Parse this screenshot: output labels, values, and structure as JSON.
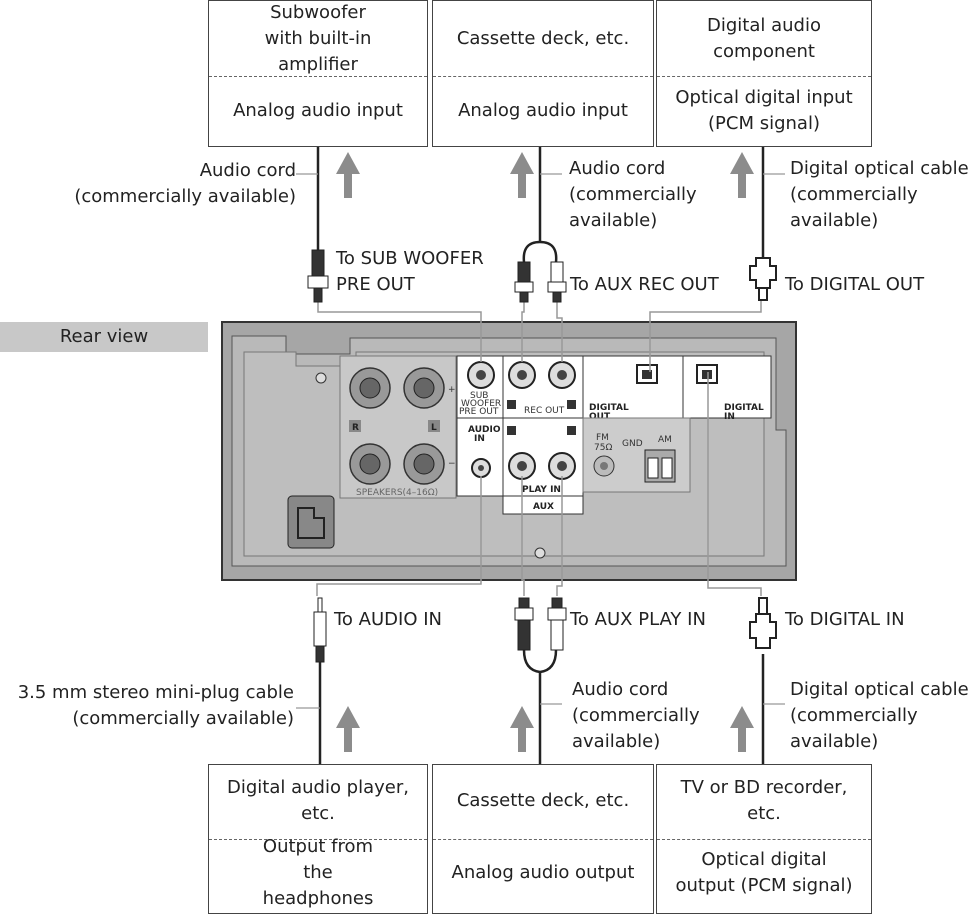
{
  "top_boxes": [
    {
      "device": "Subwoofer with built-in amplifier",
      "port": "Analog audio input"
    },
    {
      "device": "Cassette deck, etc.",
      "port": "Analog audio input"
    },
    {
      "device": "Digital audio component",
      "port": "Optical digital input (PCM signal)"
    }
  ],
  "bottom_boxes": [
    {
      "device": "Digital audio player, etc.",
      "port": "Output from the headphones"
    },
    {
      "device": "Cassette deck, etc.",
      "port": "Analog audio output"
    },
    {
      "device": "TV or BD recorder, etc.",
      "port": "Optical digital output (PCM signal)"
    }
  ],
  "cables_top": [
    {
      "cable": "Audio cord",
      "availability": "(commercially available)"
    },
    {
      "cable": "Audio cord",
      "availability": "(commercially available)"
    },
    {
      "cable": "Digital optical cable",
      "availability": "(commercially available)"
    }
  ],
  "cables_bottom": [
    {
      "cable": "3.5 mm stereo mini-plug cable",
      "availability": "(commercially available)"
    },
    {
      "cable": "Audio cord",
      "availability": "(commercially available)"
    },
    {
      "cable": "Digital optical cable",
      "availability": "(commercially available)"
    }
  ],
  "connectors_top": [
    "To SUB WOOFER PRE OUT",
    "To AUX REC OUT",
    "To DIGITAL OUT"
  ],
  "connectors_bottom": [
    "To AUDIO IN",
    "To AUX PLAY IN",
    "To DIGITAL IN"
  ],
  "rear_view_label": "Rear view",
  "panel_labels": {
    "sub_woofer_pre_out": "SUB WOOFER PRE OUT",
    "rec_out": "REC OUT",
    "play_in": "PLAY IN",
    "aux": "AUX",
    "audio_in": "AUDIO IN",
    "digital_out": "DIGITAL OUT",
    "digital_in": "DIGITAL IN",
    "fm": "FM 75Ω",
    "gnd": "GND",
    "am": "AM",
    "speakers": "SPEAKERS(4–16Ω)",
    "right": "R",
    "left": "L"
  }
}
